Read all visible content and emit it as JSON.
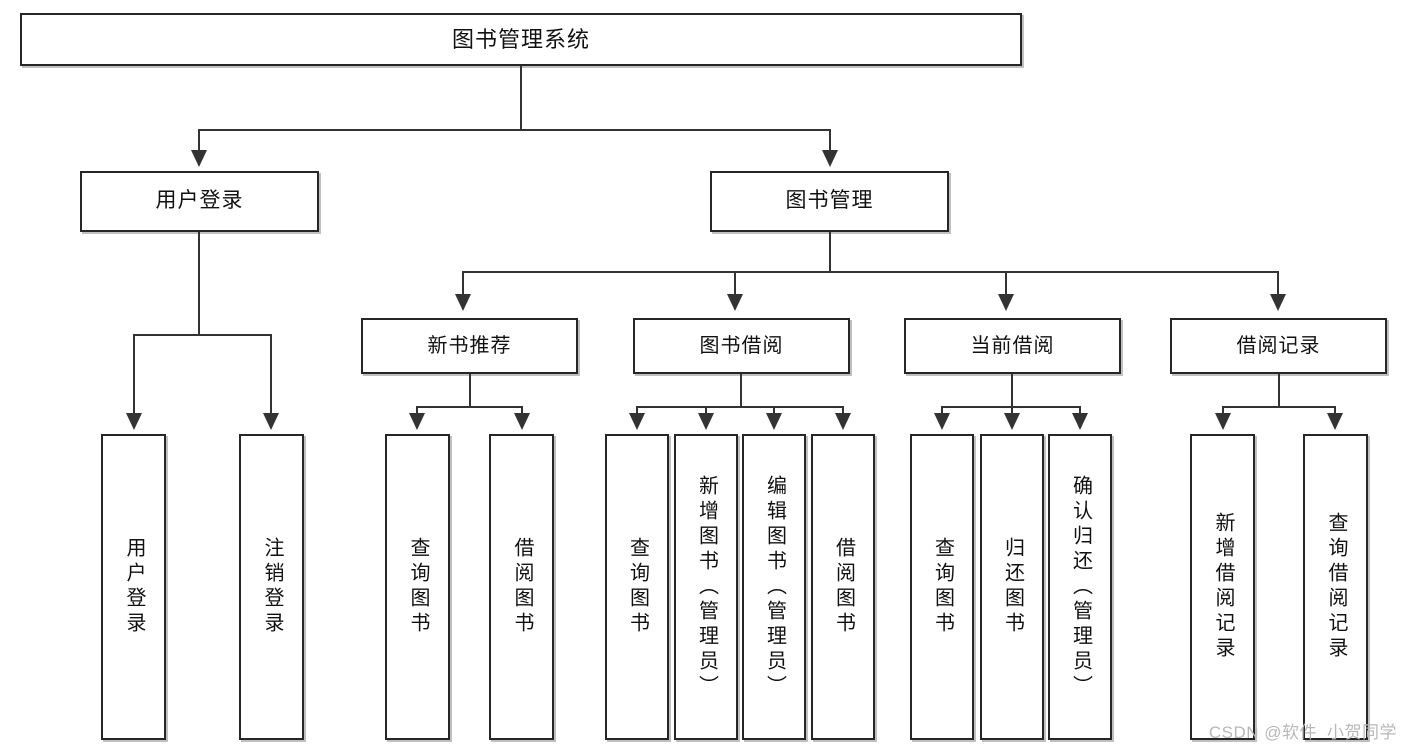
{
  "diagram": {
    "title_box": {
      "label": "图书管理系统"
    },
    "level2": [
      {
        "label": "用户登录"
      },
      {
        "label": "图书管理"
      }
    ],
    "level3": [
      {
        "label": "新书推荐"
      },
      {
        "label": "图书借阅"
      },
      {
        "label": "当前借阅"
      },
      {
        "label": "借阅记录"
      }
    ],
    "leaves": {
      "user_login": [
        {
          "label": "用户登录"
        },
        {
          "label": "注销登录"
        }
      ],
      "new_book_recommend": [
        {
          "label": "查询图书"
        },
        {
          "label": "借阅图书"
        }
      ],
      "book_borrow": [
        {
          "label": "查询图书"
        },
        {
          "label": "新增图书（管理员）"
        },
        {
          "label": "编辑图书（管理员）"
        },
        {
          "label": "借阅图书"
        }
      ],
      "current_borrow": [
        {
          "label": "查询图书"
        },
        {
          "label": "归还图书"
        },
        {
          "label": "确认归还（管理员）"
        }
      ],
      "borrow_record": [
        {
          "label": "新增借阅记录"
        },
        {
          "label": "查询借阅记录"
        }
      ]
    }
  },
  "watermark": {
    "text": "CSDN @软件_小贺同学"
  },
  "colors": {
    "box_border": "#262626",
    "edge": "#333333",
    "background": "#ffffff",
    "watermark": "#b8b8b8"
  }
}
